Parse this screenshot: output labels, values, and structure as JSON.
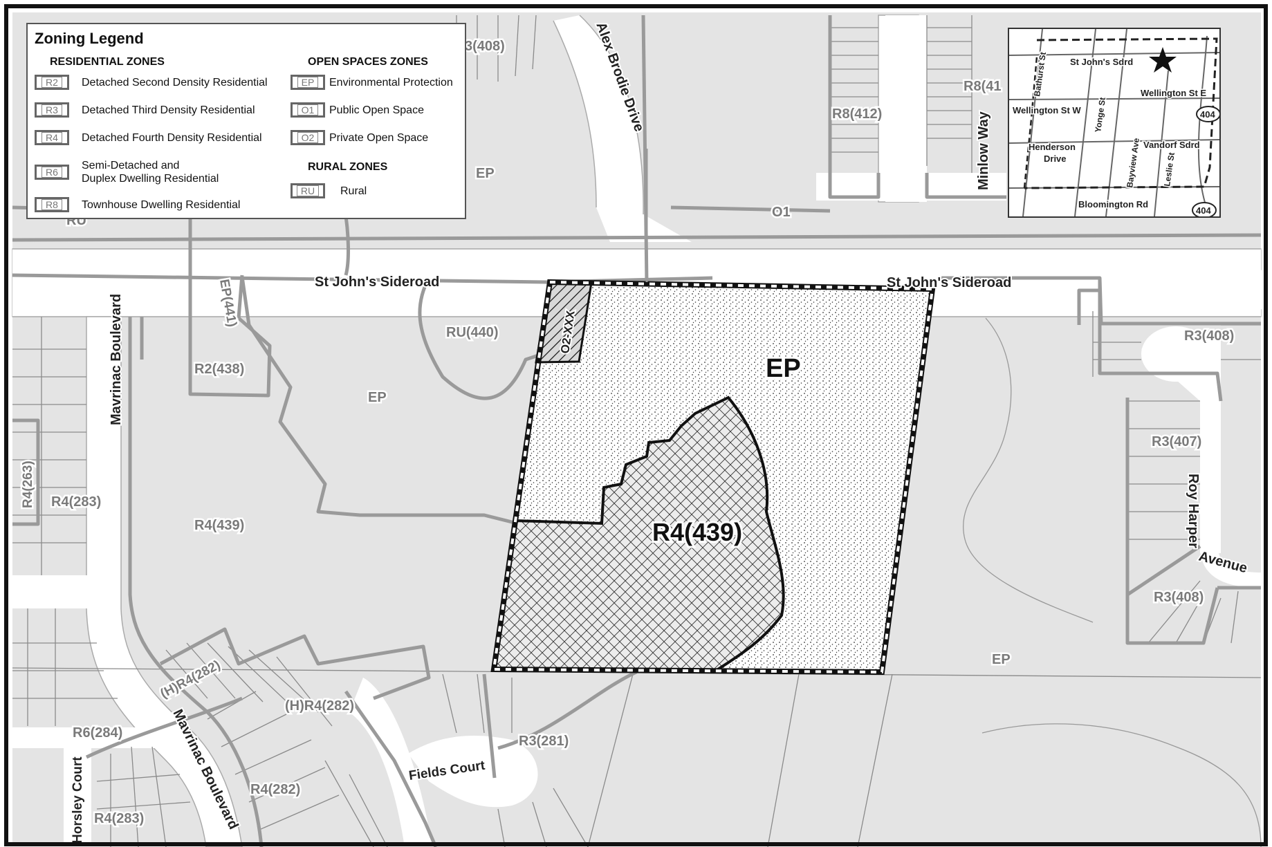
{
  "legend": {
    "title": "Zoning Legend",
    "residential_heading": "RESIDENTIAL ZONES",
    "open_heading": "OPEN SPACES ZONES",
    "rural_heading": "RURAL ZONES",
    "residential": [
      {
        "code": "R2",
        "label": "Detached Second Density Residential"
      },
      {
        "code": "R3",
        "label": "Detached Third Density Residential"
      },
      {
        "code": "R4",
        "label": "Detached Fourth Density Residential"
      },
      {
        "code": "R6",
        "label": "Semi-Detached and",
        "label2": "Duplex Dwelling Residential"
      },
      {
        "code": "R8",
        "label": "Townhouse Dwelling Residential"
      }
    ],
    "open": [
      {
        "code": "EP",
        "label": "Environmental Protection"
      },
      {
        "code": "O1",
        "label": "Public Open Space"
      },
      {
        "code": "O2",
        "label": "Private Open Space"
      }
    ],
    "rural": [
      {
        "code": "RU",
        "label": "Rural"
      }
    ]
  },
  "roads": {
    "st_johns_left": "St John's Sideroad",
    "st_johns_right": "St John's Sideroad",
    "alex_brodie": "Alex Brodie Drive",
    "minlow": "Minlow Way",
    "mavrinac_north": "Mavrinac Boulevard",
    "mavrinac_south": "Mavrinac Boulevard",
    "roy_harper": "Roy Harper",
    "avenue": "Avenue",
    "fields_court": "Fields Court",
    "horsley": "Horsley Court"
  },
  "zone_labels": {
    "subject_ep": "EP",
    "subject_r4": "R4(439)",
    "o2xxx": "O2-XXX",
    "r3_408_top": "3(408)",
    "r8_412": "R8(412)",
    "r8_41": "R8(41",
    "ep_top": "EP",
    "o1": "O1",
    "ru_partial": "RU",
    "ep_441": "EP(441)",
    "ru_440": "RU(440)",
    "r2_438": "R2(438)",
    "ep_left": "EP",
    "r4_439_left": "R4(439)",
    "r4_263": "R4(263)",
    "r4_283_left": "R4(283)",
    "h_r4_282_a": "(H)R4(282)",
    "h_r4_282_b": "(H)R4(282)",
    "r6_284": "R6(284)",
    "r4_282": "R4(282)",
    "r4_283_bottom": "R4(283)",
    "r3_281": "R3(281)",
    "r3_408_right": "R3(408)",
    "r3_407": "R3(407)",
    "r3_408_lower": "R3(408)",
    "ep_right": "EP"
  },
  "inset": {
    "st_johns": "St John's Sdrd",
    "wellington_e": "Wellington St E",
    "wellington_w": "Wellington St W",
    "henderson": "Henderson",
    "drive": "Drive",
    "vandorf": "Vandorf Sdrd",
    "bloomington": "Bloomington Rd",
    "bathurst": "Bathurst St",
    "yonge": "Yonge St",
    "bayview": "Bayview Ave",
    "leslie": "Leslie St",
    "hwy_top": "404",
    "hwy_bottom": "404"
  }
}
